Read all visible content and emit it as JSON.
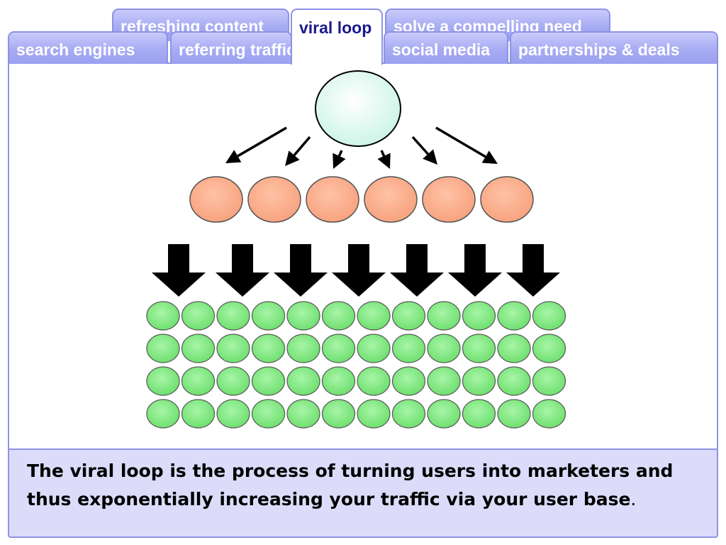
{
  "tabs_back": [
    {
      "label": "refreshing content",
      "active": false
    },
    {
      "label": "solve a compelling need",
      "active": false
    }
  ],
  "tabs_front": [
    {
      "label": "search engines",
      "active": false
    },
    {
      "label": "referring traffic",
      "active": false
    },
    {
      "label": "social media",
      "active": false
    },
    {
      "label": "partnerships & deals",
      "active": false
    }
  ],
  "active_tab": {
    "label": "viral loop",
    "active": true
  },
  "caption": {
    "main": "The viral loop is the process of turning users into marketers and thus exponentially increasing your traffic via your user base",
    "end": "."
  },
  "diagram": {
    "levels": [
      {
        "name": "source",
        "count": 1,
        "fill": "#cdf5e6"
      },
      {
        "name": "users",
        "count": 6,
        "fill": "#f7a37f"
      },
      {
        "name": "traffic",
        "rows": 4,
        "columns": 12,
        "fill": "#7fe67f"
      }
    ],
    "arrow_color": "#000000"
  }
}
